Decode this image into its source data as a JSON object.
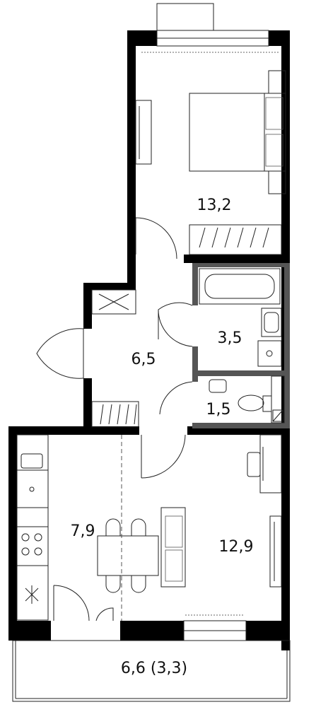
{
  "floorplan": {
    "colors": {
      "wall": "#000000",
      "partition": "#555555",
      "line": "#222222",
      "background": "#ffffff"
    },
    "rooms": [
      {
        "id": "bedroom",
        "area": "13,2"
      },
      {
        "id": "bathroom",
        "area": "3,5"
      },
      {
        "id": "hall",
        "area": "6,5"
      },
      {
        "id": "toilet",
        "area": "1,5"
      },
      {
        "id": "kitchen",
        "area": "7,9"
      },
      {
        "id": "living-room",
        "area": "12,9"
      },
      {
        "id": "balcony",
        "area": "6,6 (3,3)"
      }
    ]
  }
}
